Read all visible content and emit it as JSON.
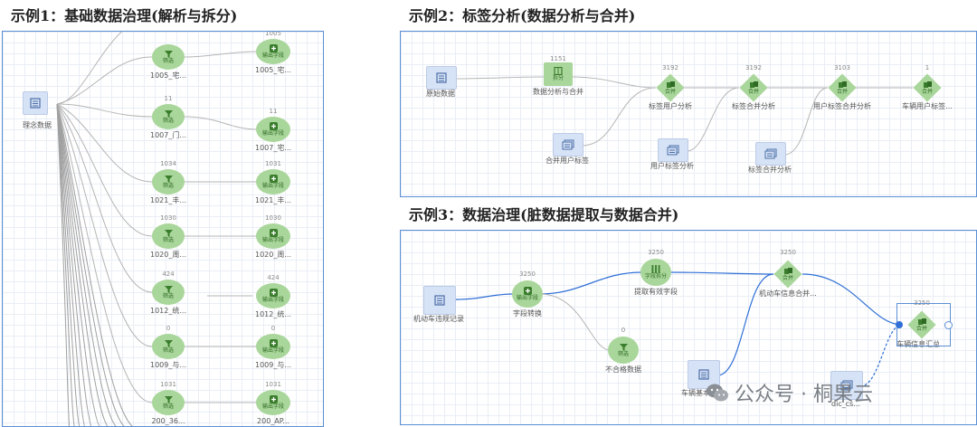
{
  "titles": {
    "example1": "示例1：基础数据治理(解析与拆分)",
    "example2": "示例2：标签分析(数据分析与合并)",
    "example3": "示例3：数据治理(脏数据提取与数据合并)"
  },
  "example1": {
    "source": {
      "label": "理念数据",
      "icon": "table-icon"
    },
    "filters": [
      {
        "count": "",
        "label": "1005_宅...",
        "inner": "筛选"
      },
      {
        "count": "11",
        "label": "1007_门...",
        "inner": "筛选"
      },
      {
        "count": "1034",
        "label": "1021_丰...",
        "inner": "筛选"
      },
      {
        "count": "1030",
        "label": "1020_周...",
        "inner": "筛选"
      },
      {
        "count": "424",
        "label": "1012_统...",
        "inner": "筛选"
      },
      {
        "count": "0",
        "label": "1009_与...",
        "inner": "筛选"
      },
      {
        "count": "1031",
        "label": "200_36...",
        "inner": "筛选"
      }
    ],
    "outputs": [
      {
        "count": "1005",
        "label": "1005_宅...",
        "inner": "输出字段"
      },
      {
        "count": "11",
        "label": "1007_宅...",
        "inner": "输出字段"
      },
      {
        "count": "1031",
        "label": "1021_丰...",
        "inner": "输出字段"
      },
      {
        "count": "1030",
        "label": "1020_周...",
        "inner": "输出字段"
      },
      {
        "count": "424",
        "label": "1012_统...",
        "inner": "输出字段"
      },
      {
        "count": "0",
        "label": "1009_与...",
        "inner": "输出字段"
      },
      {
        "count": "1031",
        "label": "200_AP...",
        "inner": "输出字段"
      }
    ]
  },
  "example2": {
    "nodes": [
      {
        "id": "src1",
        "type": "table",
        "label": "原始数据",
        "count": ""
      },
      {
        "id": "split",
        "type": "split",
        "label": "数据分析与合并",
        "count": "1151",
        "inner": "拆分"
      },
      {
        "id": "src2",
        "type": "dataset",
        "label": "合并用户标签",
        "count": ""
      },
      {
        "id": "m1",
        "type": "merge",
        "label": "标签用户分析",
        "count": "3192",
        "inner": "合并"
      },
      {
        "id": "src3",
        "type": "dataset",
        "label": "用户标签分析",
        "count": ""
      },
      {
        "id": "m2",
        "type": "merge",
        "label": "标签合并分析",
        "count": "3192",
        "inner": "合并"
      },
      {
        "id": "src4",
        "type": "dataset",
        "label": "标签合并分析",
        "count": ""
      },
      {
        "id": "m3",
        "type": "merge",
        "label": "用户标签合并分析",
        "count": "3103",
        "inner": "合并"
      },
      {
        "id": "out",
        "type": "merge",
        "label": "车辆用户标签...",
        "count": "1",
        "inner": "合并"
      }
    ]
  },
  "example3": {
    "nodes": [
      {
        "id": "src1",
        "type": "table",
        "label": "机动车违规记录",
        "count": ""
      },
      {
        "id": "field",
        "type": "circle",
        "label": "字段转换",
        "count": "3250",
        "inner": "输出字段",
        "glyph": "plus-icon"
      },
      {
        "id": "split",
        "type": "split",
        "label": "提取有效字段",
        "count": "3250",
        "inner": "字段拆分",
        "glyph": "columns-icon"
      },
      {
        "id": "filter",
        "type": "circle",
        "label": "不合格数据",
        "count": "0",
        "inner": "筛选",
        "glyph": "filter-icon"
      },
      {
        "id": "merge1",
        "type": "merge",
        "label": "机动车信息合并...",
        "count": "3250",
        "inner": "合并"
      },
      {
        "id": "src2",
        "type": "table",
        "label": "车辆基本信息",
        "count": ""
      },
      {
        "id": "src3",
        "type": "dataset",
        "label": "dic_cs...",
        "count": ""
      },
      {
        "id": "merge2",
        "type": "merge",
        "label": "车辆信息汇总...",
        "count": "3250",
        "inner": "合并"
      }
    ]
  },
  "watermark": {
    "text": "公众号 · 桐果云",
    "icon": "wechat-icon"
  },
  "colors": {
    "node_green": "#a9d69a",
    "node_blue": "#d6e2f5",
    "edge_gray": "#b5b5b5",
    "edge_blue": "#2f6fd6",
    "panel_border": "#5b8fd6"
  }
}
